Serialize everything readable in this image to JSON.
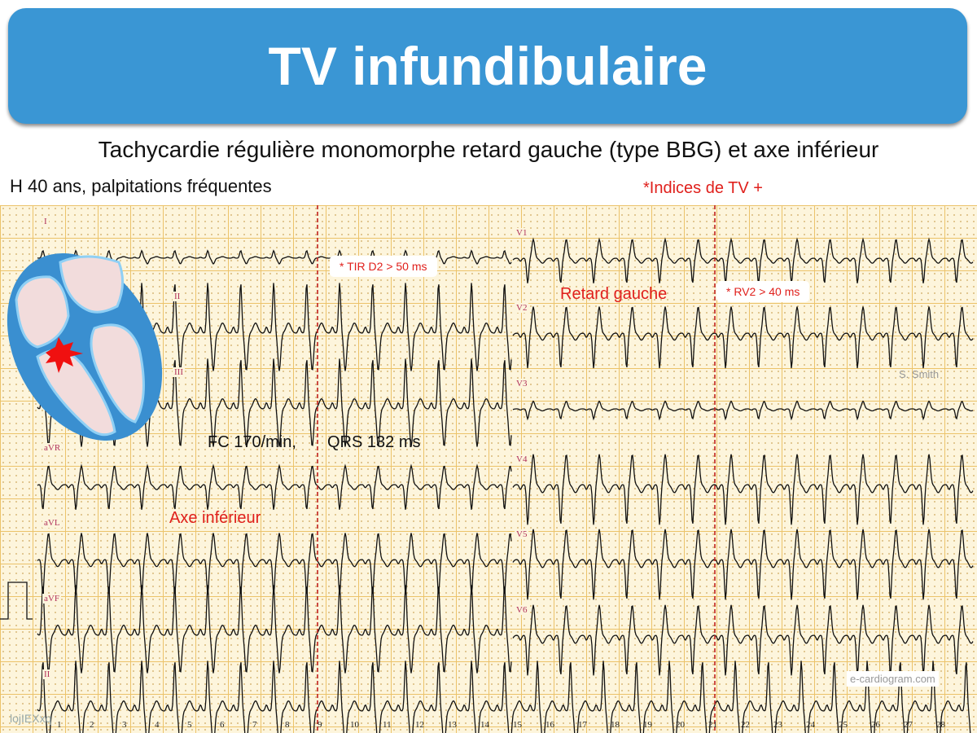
{
  "title": "TV infundibulaire",
  "subtitle": "Tachycardie régulière monomorphe retard gauche (type BBG) et axe inférieur",
  "patient": "H 40 ans, palpitations fréquentes",
  "indices": "*Indices de TV +",
  "annotations": {
    "tir": "* TIR D2 > 50 ms",
    "rv2": "* RV2 > 40 ms",
    "retard": "Retard gauche",
    "fc": "FC 170/min,",
    "qrs": "QRS 132 ms",
    "axe": "Axe inférieur"
  },
  "credits": {
    "author": "S. Smith",
    "site": "e-cardiogram.com",
    "id": "lojIEXxq"
  },
  "leads_left": [
    {
      "label": "I",
      "polarity": 0.15
    },
    {
      "label": "II",
      "polarity": 1
    },
    {
      "label": "III",
      "polarity": 1
    },
    {
      "label": "aVR",
      "polarity": -0.5
    },
    {
      "label": "aVL",
      "polarity": -0.7
    },
    {
      "label": "aVF",
      "polarity": 1
    },
    {
      "label": "II",
      "polarity": 1
    }
  ],
  "leads_right": [
    {
      "label": "V1",
      "polarity": -0.5
    },
    {
      "label": "V2",
      "polarity": -0.7
    },
    {
      "label": "V3",
      "polarity": -0.2
    },
    {
      "label": "V4",
      "polarity": -0.8
    },
    {
      "label": "V5",
      "polarity": -0.8
    },
    {
      "label": "V6",
      "polarity": -0.8
    }
  ],
  "time_marks": [
    "1",
    "2",
    "3",
    "4",
    "5",
    "6",
    "7",
    "8",
    "9",
    "10",
    "11",
    "12",
    "13",
    "14",
    "15",
    "16",
    "17",
    "18",
    "19",
    "20",
    "21",
    "22",
    "23",
    "24",
    "25",
    "26",
    "27",
    "28"
  ],
  "colors": {
    "banner": "#3a96d4",
    "accent": "#e0201c"
  }
}
